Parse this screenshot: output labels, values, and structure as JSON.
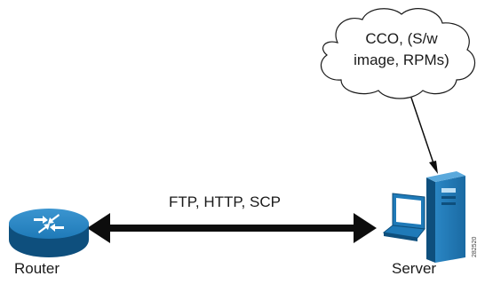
{
  "cloud": {
    "line1": "CCO, (S/w",
    "line2": "image, RPMs)"
  },
  "connection": {
    "protocols": "FTP, HTTP, SCP"
  },
  "nodes": {
    "router_label": "Router",
    "server_label": "Server"
  },
  "figure_number": "282520",
  "icons": [
    "cloud-icon",
    "router-icon",
    "server-icon",
    "laptop-icon",
    "double-arrow",
    "download-arrow"
  ],
  "colors": {
    "icon_blue": "#1f7ab8",
    "icon_dark_blue": "#0e4f7d",
    "arrow": "#0d0d0d",
    "cloud_stroke": "#1a1a1a"
  }
}
